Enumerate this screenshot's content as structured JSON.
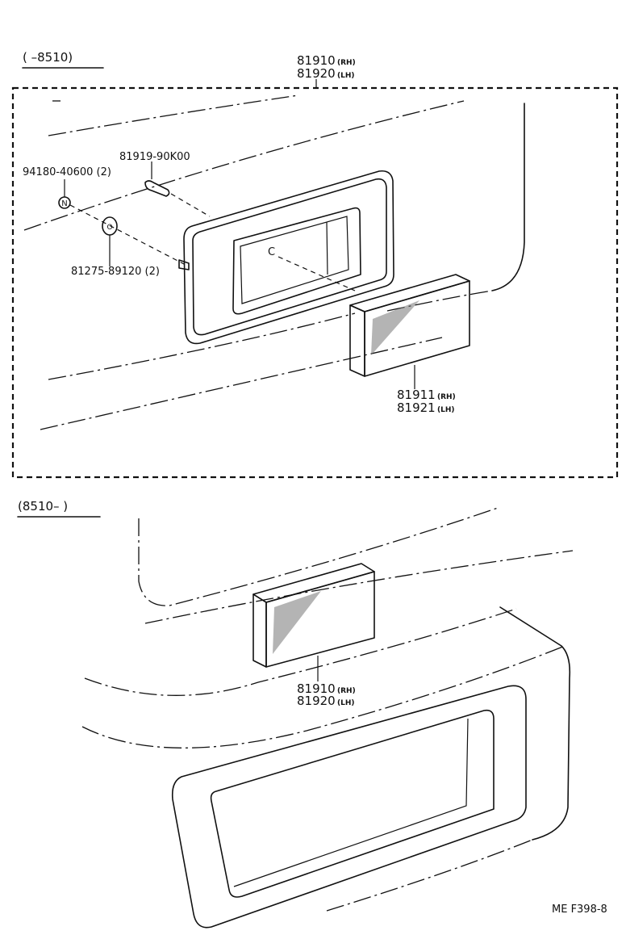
{
  "top_section": {
    "range_header": "(      –8510)",
    "assembly": {
      "part_rh": "81910",
      "suffix_rh": "(RH)",
      "part_lh": "81920",
      "suffix_lh": "(LH)"
    },
    "nut_label": "94180-40600 (2)",
    "nut_symbol": "N",
    "screw_label": "81919-90K00",
    "grommet_label": "81275-89120 (2)",
    "grommet_symbol": "O",
    "callout_c": "C",
    "lens": {
      "part_rh": "81911",
      "suffix_rh": "(RH)",
      "part_lh": "81921",
      "suffix_lh": "(LH)"
    }
  },
  "bottom_section": {
    "range_header": "(8510–      )",
    "assembly": {
      "part_rh": "81910",
      "suffix_rh": "(RH)",
      "part_lh": "81920",
      "suffix_lh": "(LH)"
    }
  },
  "figure_code": "ME  F398-8"
}
